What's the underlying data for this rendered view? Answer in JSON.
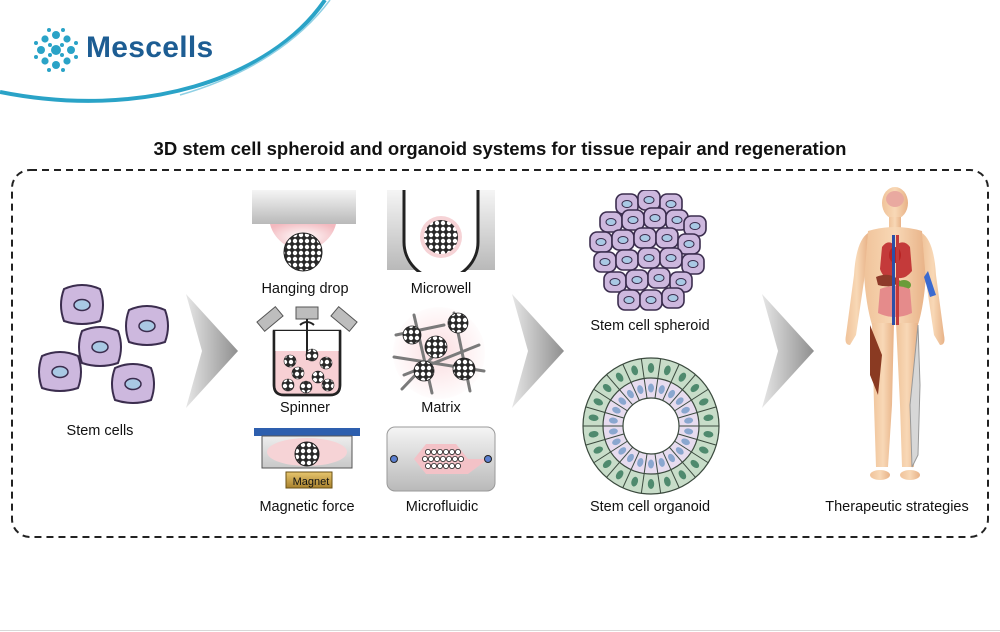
{
  "brand": {
    "name": "Mescells",
    "icon": "cell-cluster-logo-icon"
  },
  "title": "3D stem cell spheroid and organoid systems for tissue repair and regeneration",
  "stages": {
    "stem_cells": "Stem cells",
    "methods": {
      "hanging_drop": "Hanging drop",
      "microwell": "Microwell",
      "spinner": "Spinner",
      "matrix": "Matrix",
      "magnetic_force": "Magnetic force",
      "magnet": "Magnet",
      "microfluidic": "Microfluidic"
    },
    "spheroid": "Stem cell spheroid",
    "organoid": "Stem cell organoid",
    "therapeutic": "Therapeutic strategies"
  },
  "colors": {
    "brand_blue": "#1d5d93",
    "accent_teal": "#2aa3c7",
    "cell_purple": "#cdb8de",
    "nucleus_blue": "#a9c9e4",
    "organoid_green": "#c8ddc9",
    "arrow_gray": "#9a9a9a"
  }
}
